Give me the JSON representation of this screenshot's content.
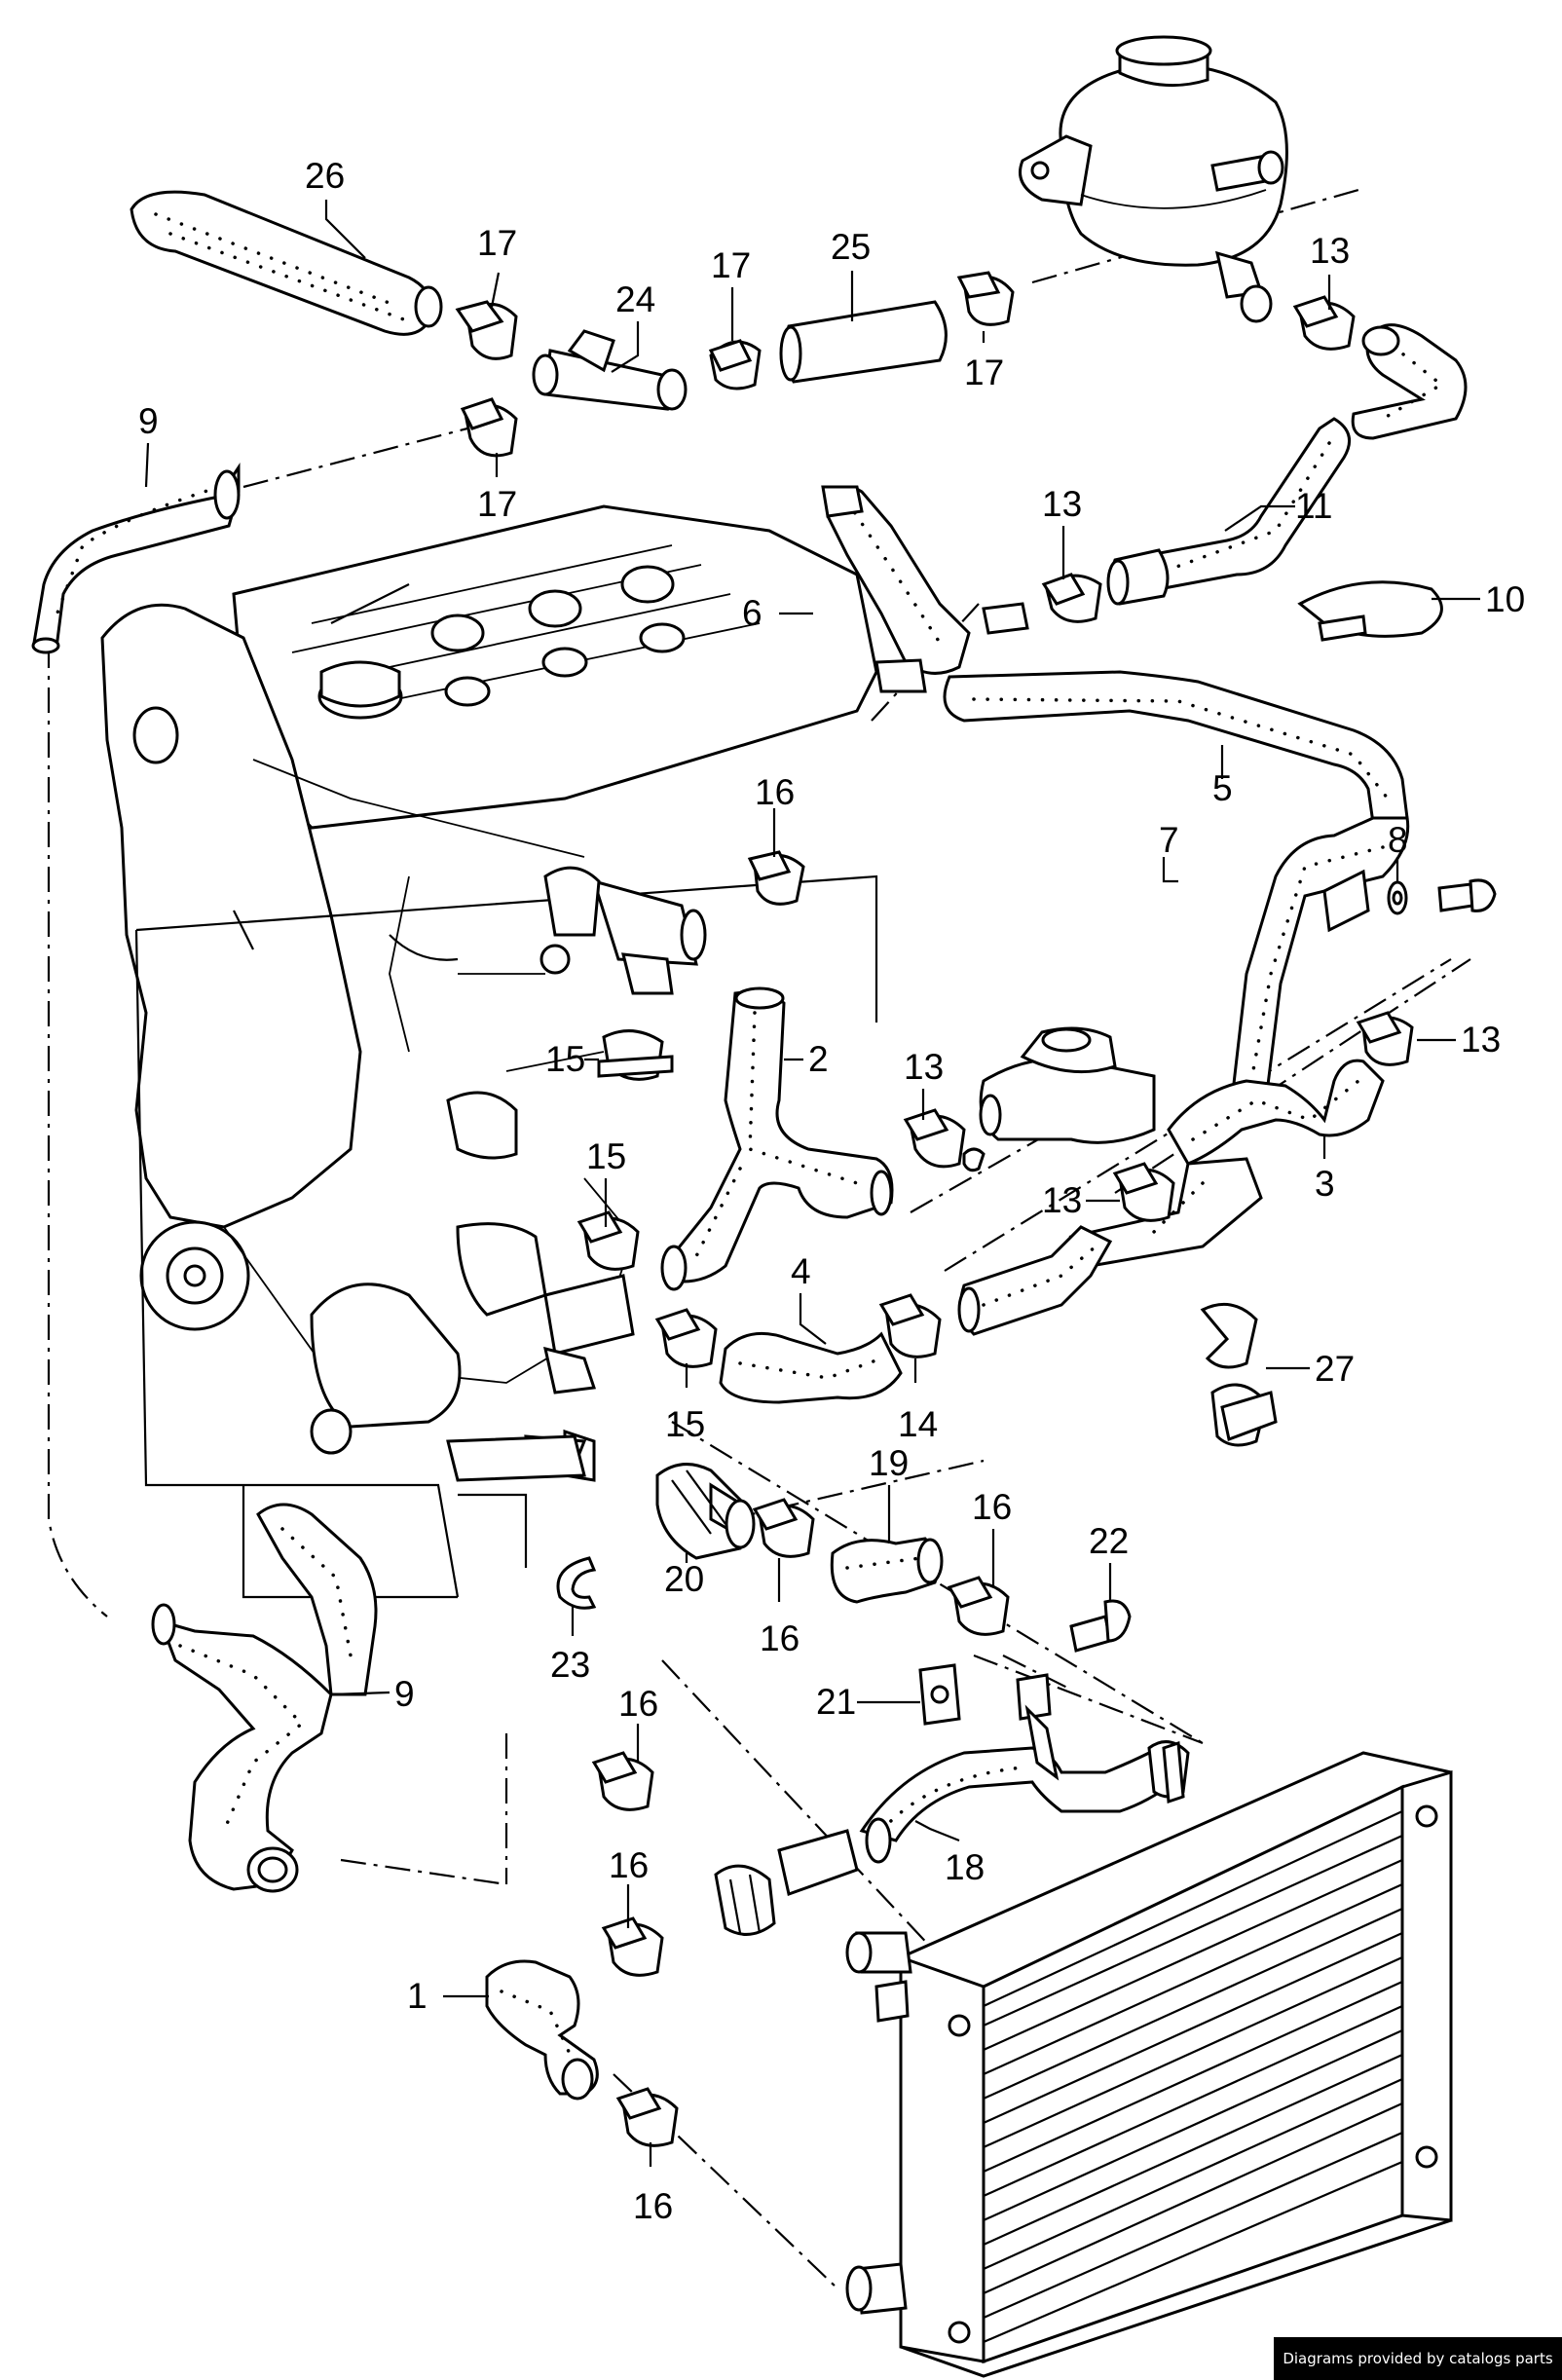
{
  "callouts": [
    {
      "id": "c26",
      "label": "26",
      "target": "hose-26"
    },
    {
      "id": "c17a",
      "label": "17",
      "target": "clamp-17-upper"
    },
    {
      "id": "c24",
      "label": "24",
      "target": "t-connector-24"
    },
    {
      "id": "c17b",
      "label": "17",
      "target": "clamp-17-mid"
    },
    {
      "id": "c25",
      "label": "25",
      "target": "hose-25"
    },
    {
      "id": "c17c",
      "label": "17",
      "target": "clamp-17-right"
    },
    {
      "id": "c13a",
      "label": "13",
      "target": "clamp-13-tank"
    },
    {
      "id": "c9a",
      "label": "9",
      "target": "hose-9-upper"
    },
    {
      "id": "c17d",
      "label": "17",
      "target": "clamp-17-lower"
    },
    {
      "id": "c13b",
      "label": "13",
      "target": "clamp-13-hose-11"
    },
    {
      "id": "c11",
      "label": "11",
      "target": "hose-11"
    },
    {
      "id": "c10",
      "label": "10",
      "target": "clamp-10"
    },
    {
      "id": "c6",
      "label": "6",
      "target": "grommet-6"
    },
    {
      "id": "c5",
      "label": "5",
      "target": "pipe-5"
    },
    {
      "id": "c16a",
      "label": "16",
      "target": "clamp-16-head"
    },
    {
      "id": "c8",
      "label": "8",
      "target": "washer-8"
    },
    {
      "id": "c7",
      "label": "7",
      "target": "bolt-7"
    },
    {
      "id": "c13c",
      "label": "13",
      "target": "clamp-13-right"
    },
    {
      "id": "c15a",
      "label": "15",
      "target": "clamp-15-upper"
    },
    {
      "id": "c2",
      "label": "2",
      "target": "hose-2"
    },
    {
      "id": "c13d",
      "label": "13",
      "target": "clamp-13-heater"
    },
    {
      "id": "c3",
      "label": "3",
      "target": "hose-3"
    },
    {
      "id": "c15b",
      "label": "15",
      "target": "clamp-15-mid"
    },
    {
      "id": "c13e",
      "label": "13",
      "target": "clamp-13-lower"
    },
    {
      "id": "c4",
      "label": "4",
      "target": "hose-4"
    },
    {
      "id": "c27",
      "label": "27",
      "target": "clip-27"
    },
    {
      "id": "c15c",
      "label": "15",
      "target": "clamp-15-lower"
    },
    {
      "id": "c14",
      "label": "14",
      "target": "clamp-14"
    },
    {
      "id": "c19",
      "label": "19",
      "target": "hose-19"
    },
    {
      "id": "c16b",
      "label": "16",
      "target": "clamp-16-hose-19"
    },
    {
      "id": "c22",
      "label": "22",
      "target": "bolt-22"
    },
    {
      "id": "c20",
      "label": "20",
      "target": "connector-20"
    },
    {
      "id": "c16c",
      "label": "16",
      "target": "clamp-16-connector-20"
    },
    {
      "id": "c23",
      "label": "23",
      "target": "clip-23"
    },
    {
      "id": "c9b",
      "label": "9",
      "target": "hose-9-lower"
    },
    {
      "id": "c21",
      "label": "21",
      "target": "bracket-21"
    },
    {
      "id": "c16d",
      "label": "16",
      "target": "clamp-16-radiator-top"
    },
    {
      "id": "c18",
      "label": "18",
      "target": "pipe-18"
    },
    {
      "id": "c16e",
      "label": "16",
      "target": "clamp-16-hose-1-upper"
    },
    {
      "id": "c1",
      "label": "1",
      "target": "hose-1"
    },
    {
      "id": "c16f",
      "label": "16",
      "target": "clamp-16-hose-1-lower"
    }
  ],
  "credit": "Diagrams provided by catalogs parts"
}
